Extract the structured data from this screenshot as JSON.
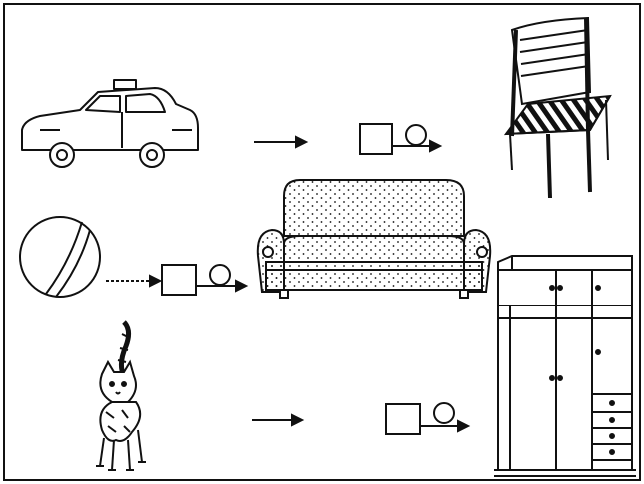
{
  "worksheet": {
    "rows": [
      {
        "object": "taxi",
        "connector": "arrow-square-circle-arrow"
      },
      {
        "object": "ball",
        "connector": "arrow-square-circle-arrow"
      },
      {
        "object": "cat",
        "connector": "arrow-square-circle-arrow"
      }
    ],
    "targets": [
      "chair",
      "sofa",
      "wardrobe"
    ]
  },
  "icons": {
    "taxi": "taxi-icon",
    "ball": "ball-icon",
    "cat": "cat-icon",
    "chair": "chair-icon",
    "sofa": "sofa-icon",
    "wardrobe": "wardrobe-icon",
    "square": "square-icon",
    "circle": "circle-icon",
    "arrow": "arrow-icon"
  },
  "colors": {
    "ink": "#111111",
    "paper": "#ffffff"
  }
}
